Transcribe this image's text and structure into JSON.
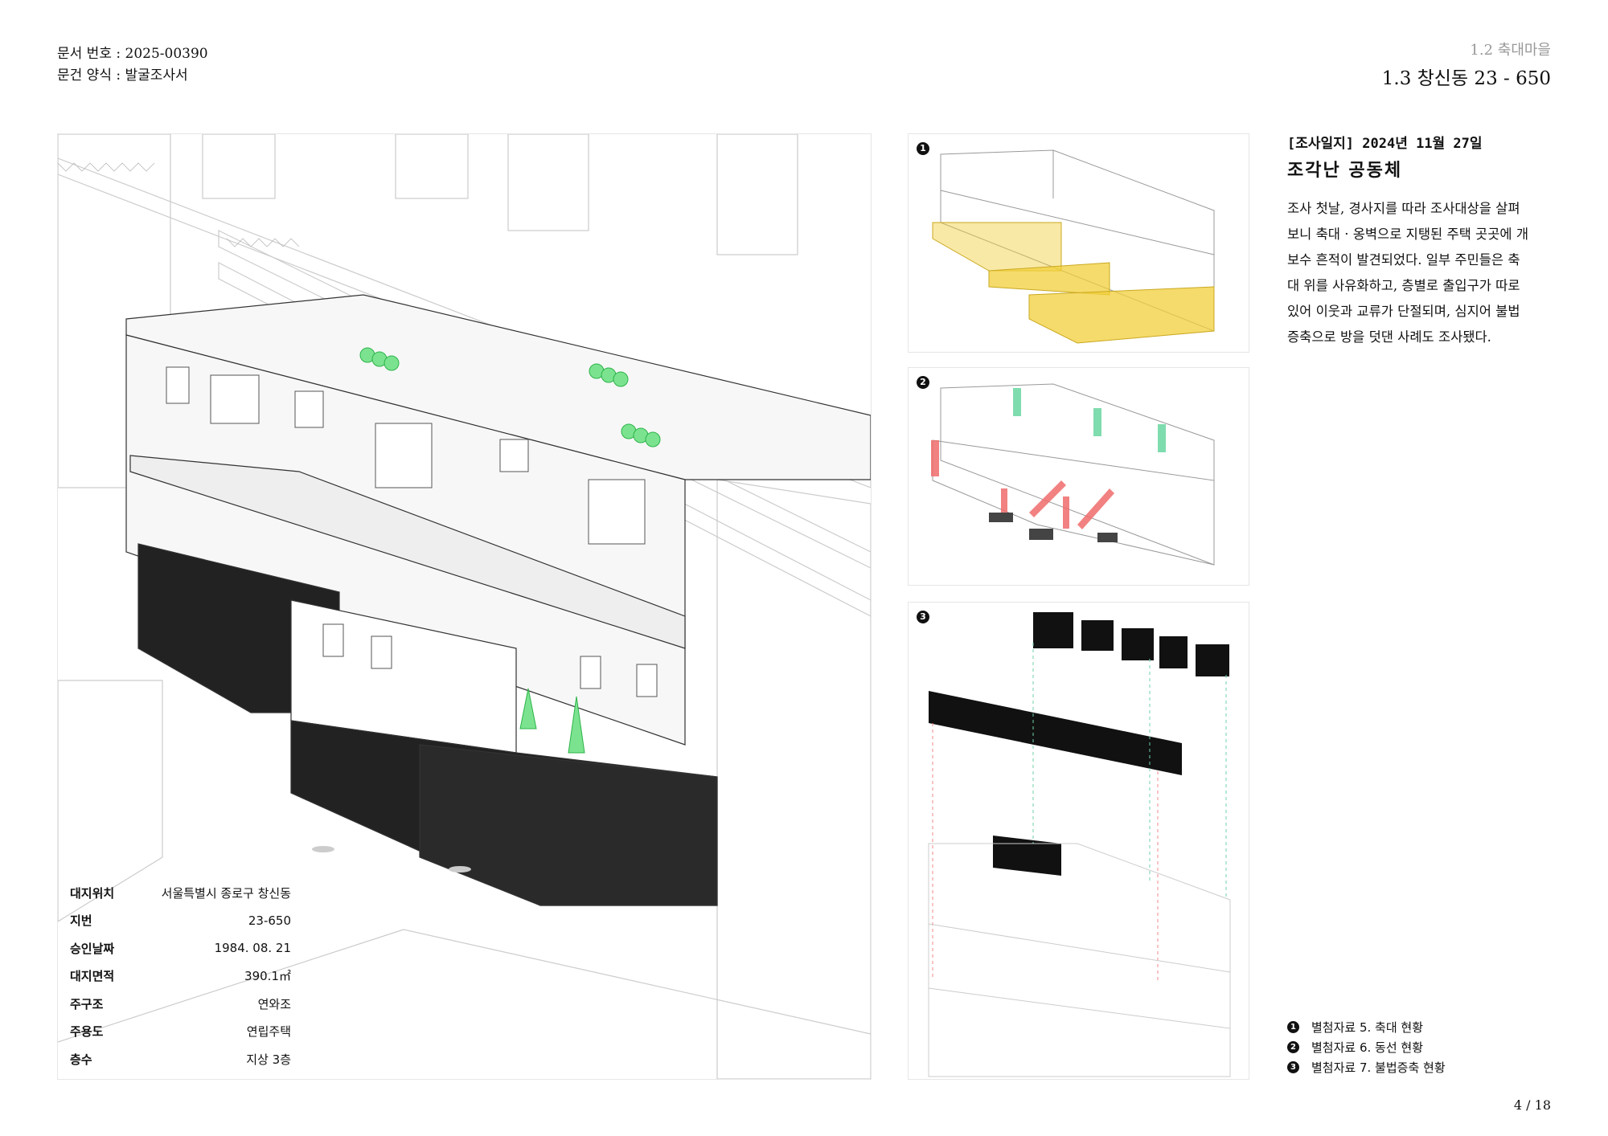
{
  "header": {
    "doc_number_label": "문서 번호 : 2025-00390",
    "doc_format_label": "문건 양식 : 발굴조사서",
    "breadcrumb_prev": "1.2 축대마을",
    "breadcrumb_current": "1.3 창신동 23 - 650"
  },
  "site_info": [
    {
      "key": "대지위치",
      "value": "서울특별시 종로구 창신동"
    },
    {
      "key": "지번",
      "value": "23-650"
    },
    {
      "key": "승인날짜",
      "value": "1984. 08. 21"
    },
    {
      "key": "대지면적",
      "value": "390.1㎡"
    },
    {
      "key": "주구조",
      "value": "연와조"
    },
    {
      "key": "주용도",
      "value": "연립주택"
    },
    {
      "key": "층수",
      "value": "지상 3층"
    }
  ],
  "diagrams": [
    {
      "number": "1",
      "highlight_color": "#f2cf3a"
    },
    {
      "number": "2",
      "colors": [
        "#f06b6b",
        "#5fd39a"
      ]
    },
    {
      "number": "3",
      "colors": [
        "#111111",
        "#f08a8a",
        "#6fd0a8"
      ]
    }
  ],
  "article": {
    "date": "[조사일지] 2024년 11월 27일",
    "title": "조각난 공동체",
    "body": "  조사 첫날, 경사지를 따라 조사대상을 살펴\n보니 축대 · 옹벽으로 지탱된 주택 곳곳에 개\n보수 흔적이 발견되었다. 일부 주민들은 축\n대 위를 사유화하고, 층별로 출입구가 따로\n있어 이웃과 교류가 단절되며, 심지어 불법\n증축으로 방을 덧댄 사례도 조사됐다."
  },
  "legend": [
    {
      "number": "1",
      "label": "별첨자료 5. 축대 현황"
    },
    {
      "number": "2",
      "label": "별첨자료 6. 동선 현황"
    },
    {
      "number": "3",
      "label": "별첨자료 7. 불법증축 현황"
    }
  ],
  "page_indicator": "4 / 18"
}
